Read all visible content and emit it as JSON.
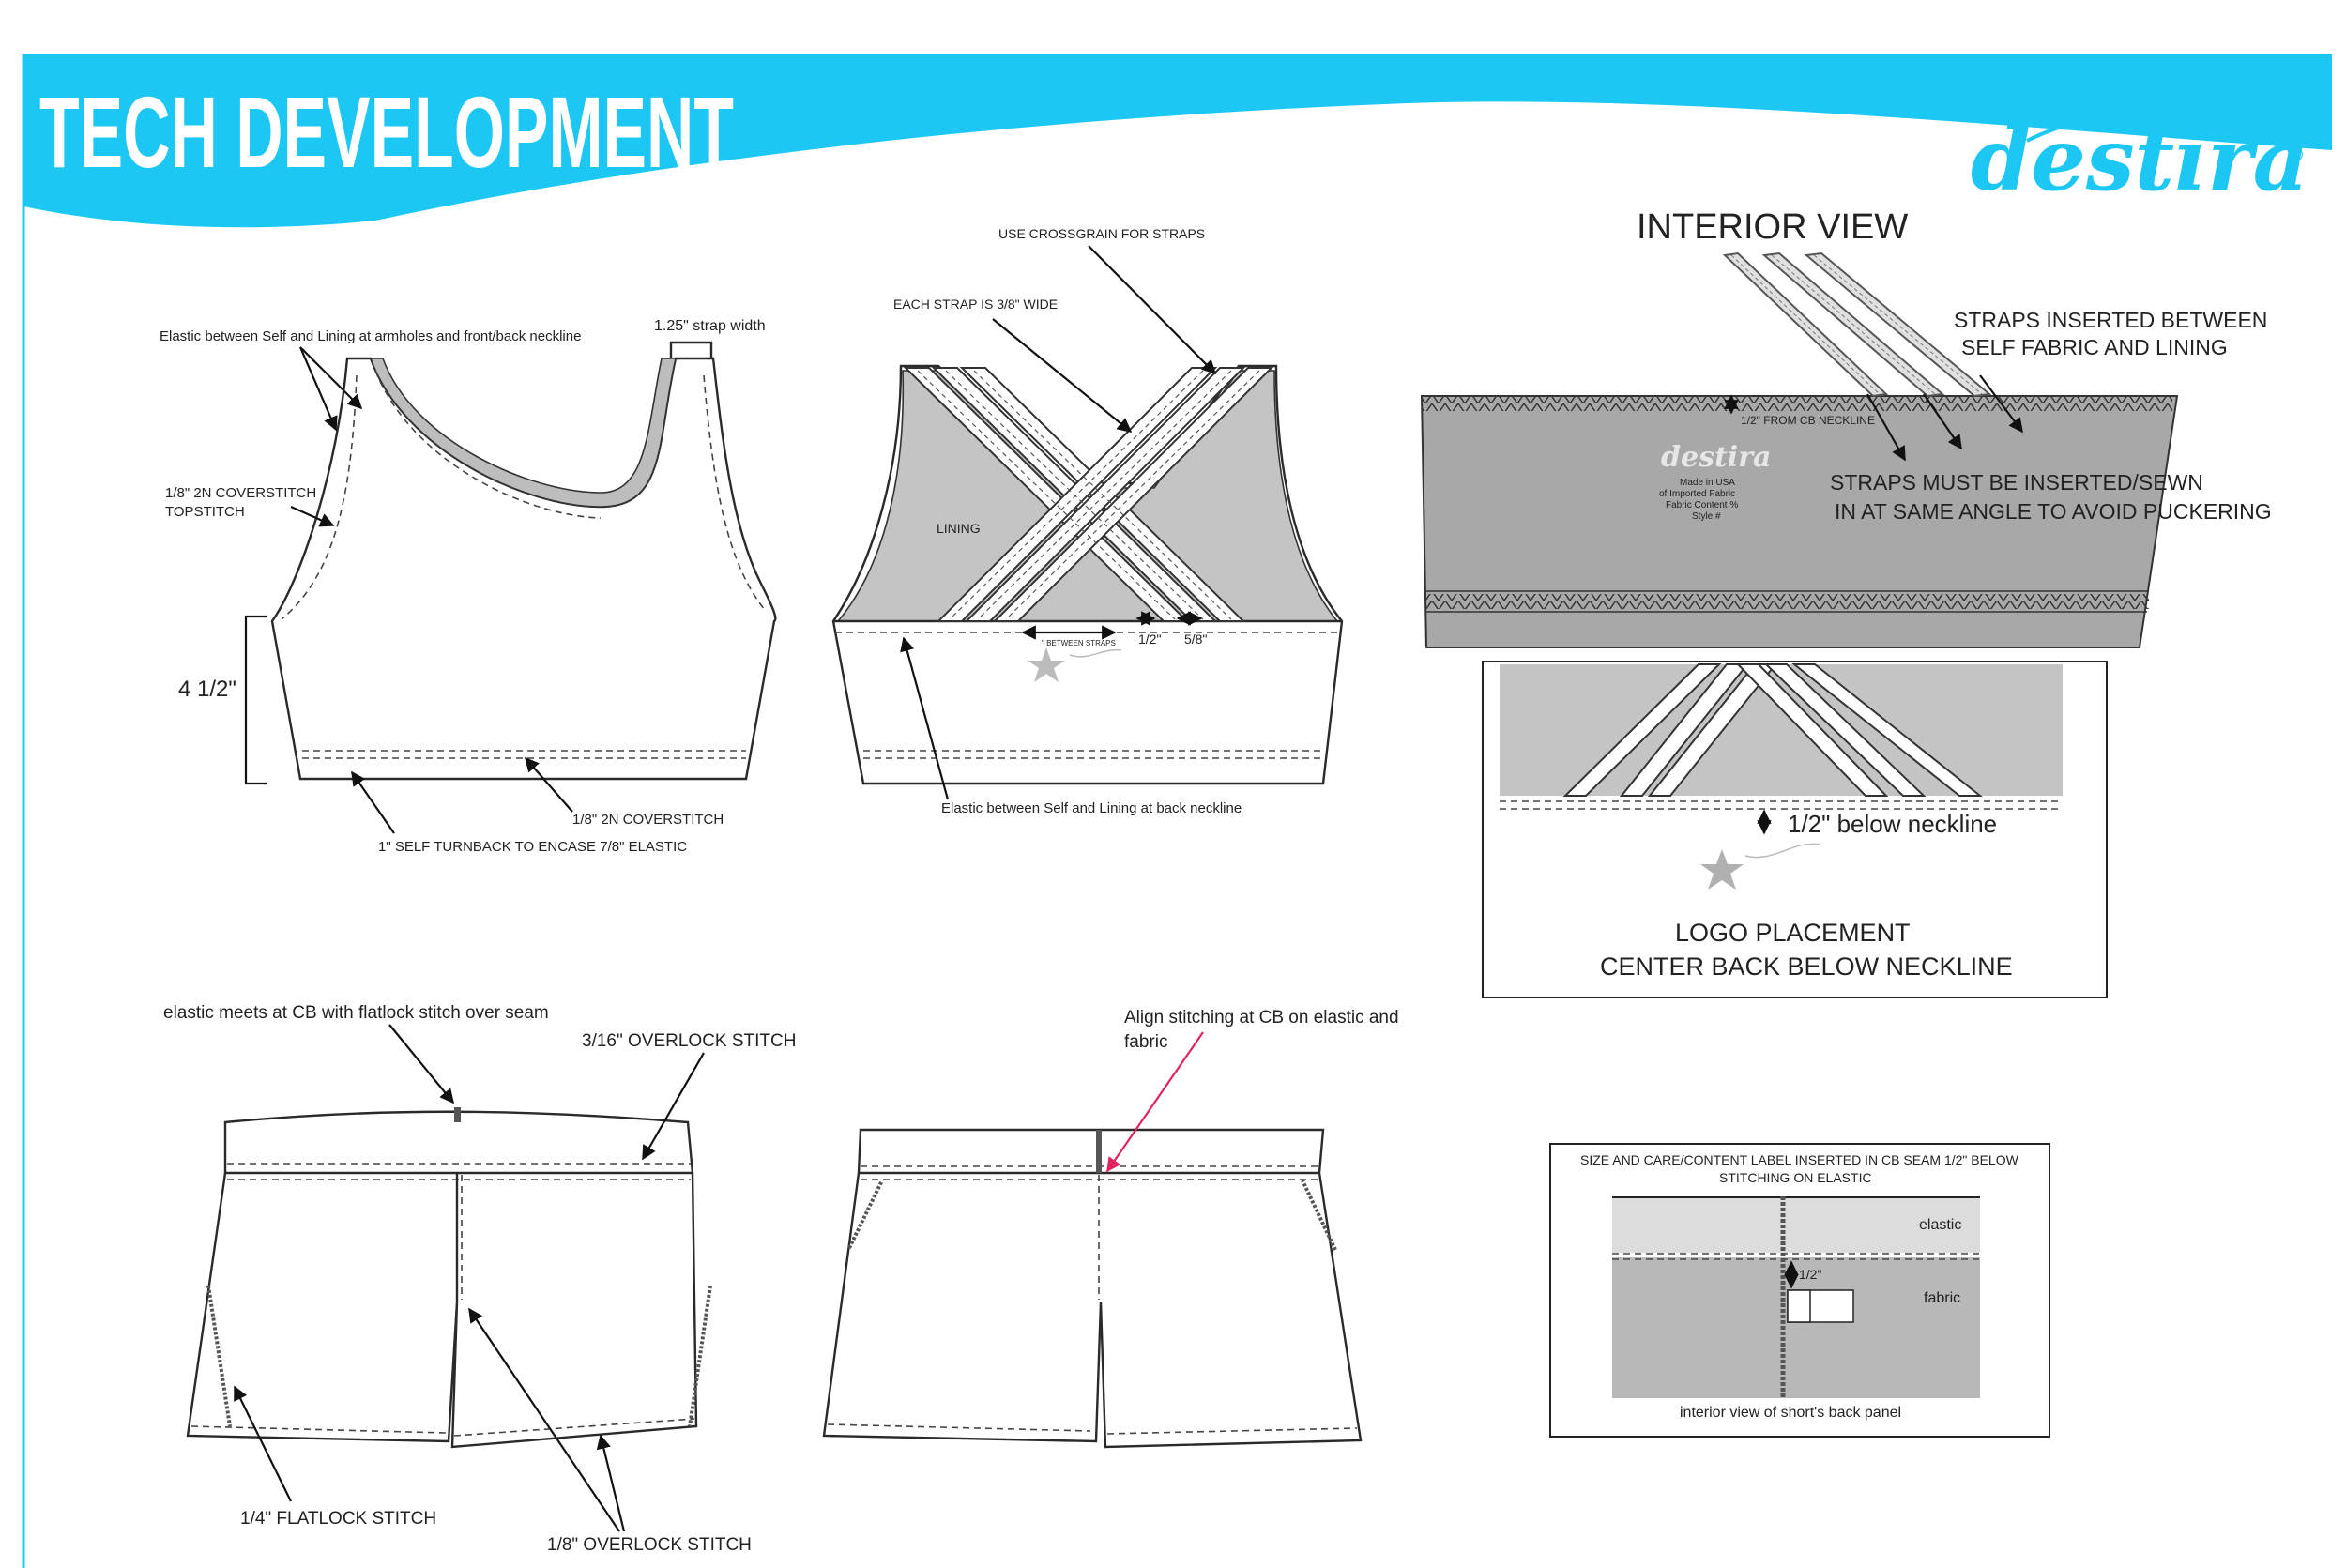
{
  "header": {
    "title": "TECH DEVELOPMENT",
    "brand": "destira",
    "registered": "®",
    "accent_color": "#1cc8f3"
  },
  "bra_front": {
    "elastic_note": "Elastic between Self and Lining at armholes and front/back neckline",
    "strap_width": "1.25\" strap width",
    "topstitch_line1": "1/8\" 2N COVERSTITCH",
    "topstitch_line2": "TOPSTITCH",
    "height": "4 1/2\"",
    "hem_coverstitch": "1/8\" 2N COVERSTITCH",
    "turnback": "1\" SELF TURNBACK TO ENCASE  7/8\" ELASTIC"
  },
  "bra_back": {
    "crossgrain": "USE CROSSGRAIN FOR STRAPS",
    "strap_wide": "EACH STRAP IS 3/8\" WIDE",
    "lining": "LINING",
    "between_straps": "\" BETWEEN STRAPS",
    "half_inch": "1/2\"",
    "five_eighths": "5/8\"",
    "elastic_back": "Elastic between Self and Lining at back neckline"
  },
  "interior": {
    "title": "INTERIOR VIEW",
    "straps_between_1": "STRAPS INSERTED BETWEEN",
    "straps_between_2": "SELF FABRIC AND LINING",
    "from_cb": "1/2\" FROM CB NECKLINE",
    "label_brand": "destira",
    "label_line1": "Made in USA",
    "label_line2": "of Imported Fabric",
    "label_line3": "Fabric Content %",
    "label_line4": "Style #",
    "angle_line1": "STRAPS MUST BE INSERTED/SEWN",
    "angle_line2": "IN AT SAME ANGLE TO AVOID PUCKERING"
  },
  "logo_box": {
    "below_neckline": "1/2\" below neckline",
    "placement_1": "LOGO PLACEMENT",
    "placement_2": "CENTER BACK BELOW NECKLINE"
  },
  "shorts_front": {
    "elastic_meets": "elastic meets at CB with flatlock stitch over seam",
    "overlock_316": "3/16\" OVERLOCK STITCH",
    "flatlock": "1/4\" FLATLOCK STITCH",
    "overlock_18": "1/8\" OVERLOCK STITCH"
  },
  "shorts_back": {
    "align_1": "Align stitching at CB on elastic and",
    "align_2": "fabric"
  },
  "label_box": {
    "title_1": "SIZE AND CARE/CONTENT LABEL INSERTED IN CB SEAM 1/2\" BELOW",
    "title_2": "STITCHING ON ELASTIC",
    "elastic": "elastic",
    "half": "1/2\"",
    "fabric": "fabric",
    "caption": "interior view of short's back panel"
  }
}
